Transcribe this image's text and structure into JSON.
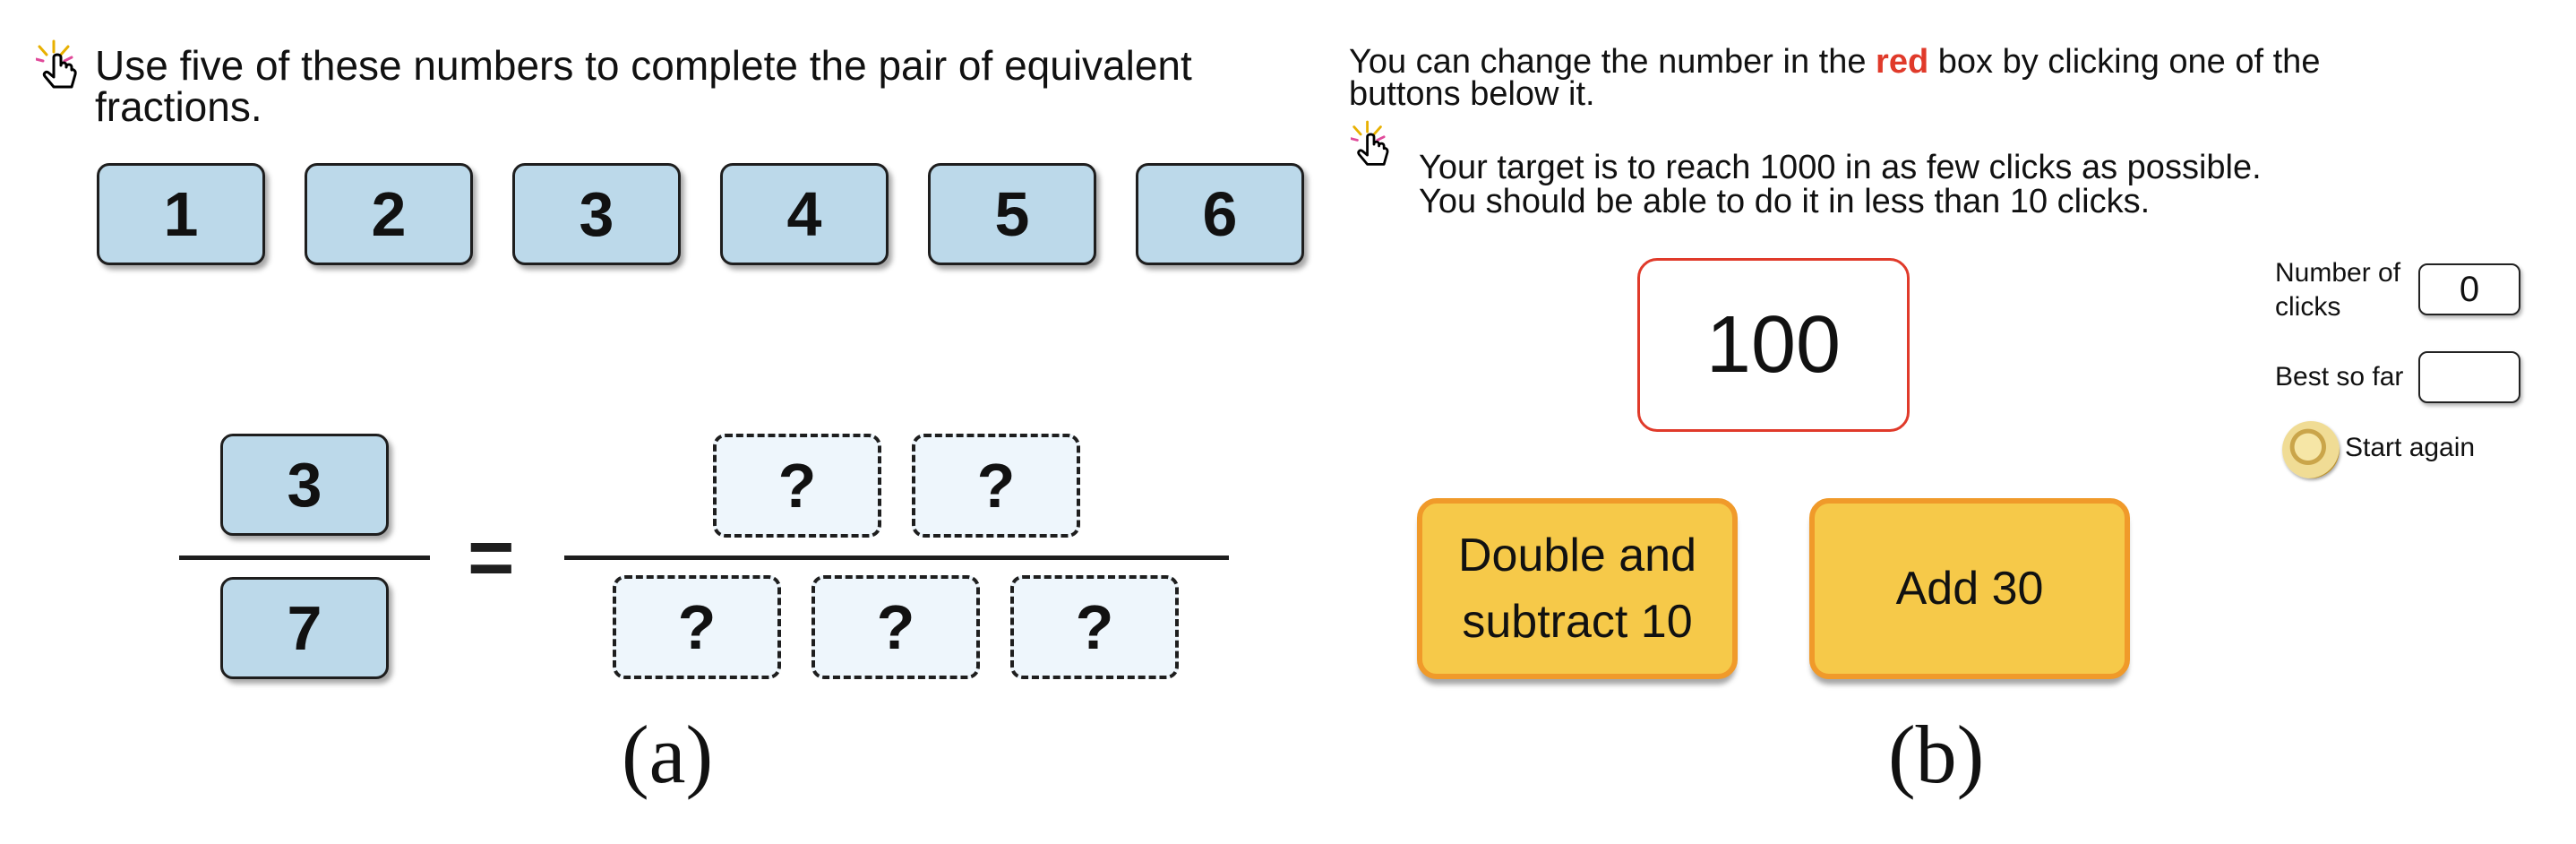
{
  "panel_a": {
    "instruction_line1": "Use five of these numbers to complete the pair of equivalent",
    "instruction_line2": "fractions.",
    "tiles": [
      "1",
      "2",
      "3",
      "4",
      "5",
      "6"
    ],
    "left_fraction": {
      "numerator": "3",
      "denominator": "7"
    },
    "equals_sign": "=",
    "placeholder": "?",
    "caption": "(a)"
  },
  "panel_b": {
    "intro_before": "You can change the number in the ",
    "intro_red": "red",
    "intro_after": " box by clicking one of the",
    "intro_line2": "buttons below it.",
    "target_line1": "Your target is to reach 1000 in as few clicks as possible.",
    "target_line2": "You should be able to do it in less than 10 clicks.",
    "current_number": "100",
    "buttons": {
      "double": [
        "Double and",
        "subtract 10"
      ],
      "add": "Add 30"
    },
    "clicks_label": [
      "Number of",
      "clicks"
    ],
    "clicks_value": "0",
    "best_label": "Best so far",
    "best_value": "",
    "start_again": "Start again",
    "caption": "(b)"
  },
  "colors": {
    "tile_fill": "#bcd9ea",
    "slot_fill": "#eef6fc",
    "red_accent": "#e03a2a",
    "button_fill": "#f6c949",
    "button_border": "#f09a2a"
  },
  "icons": {
    "pointer": "hand-pointer-icon",
    "restart": "restart-icon"
  }
}
